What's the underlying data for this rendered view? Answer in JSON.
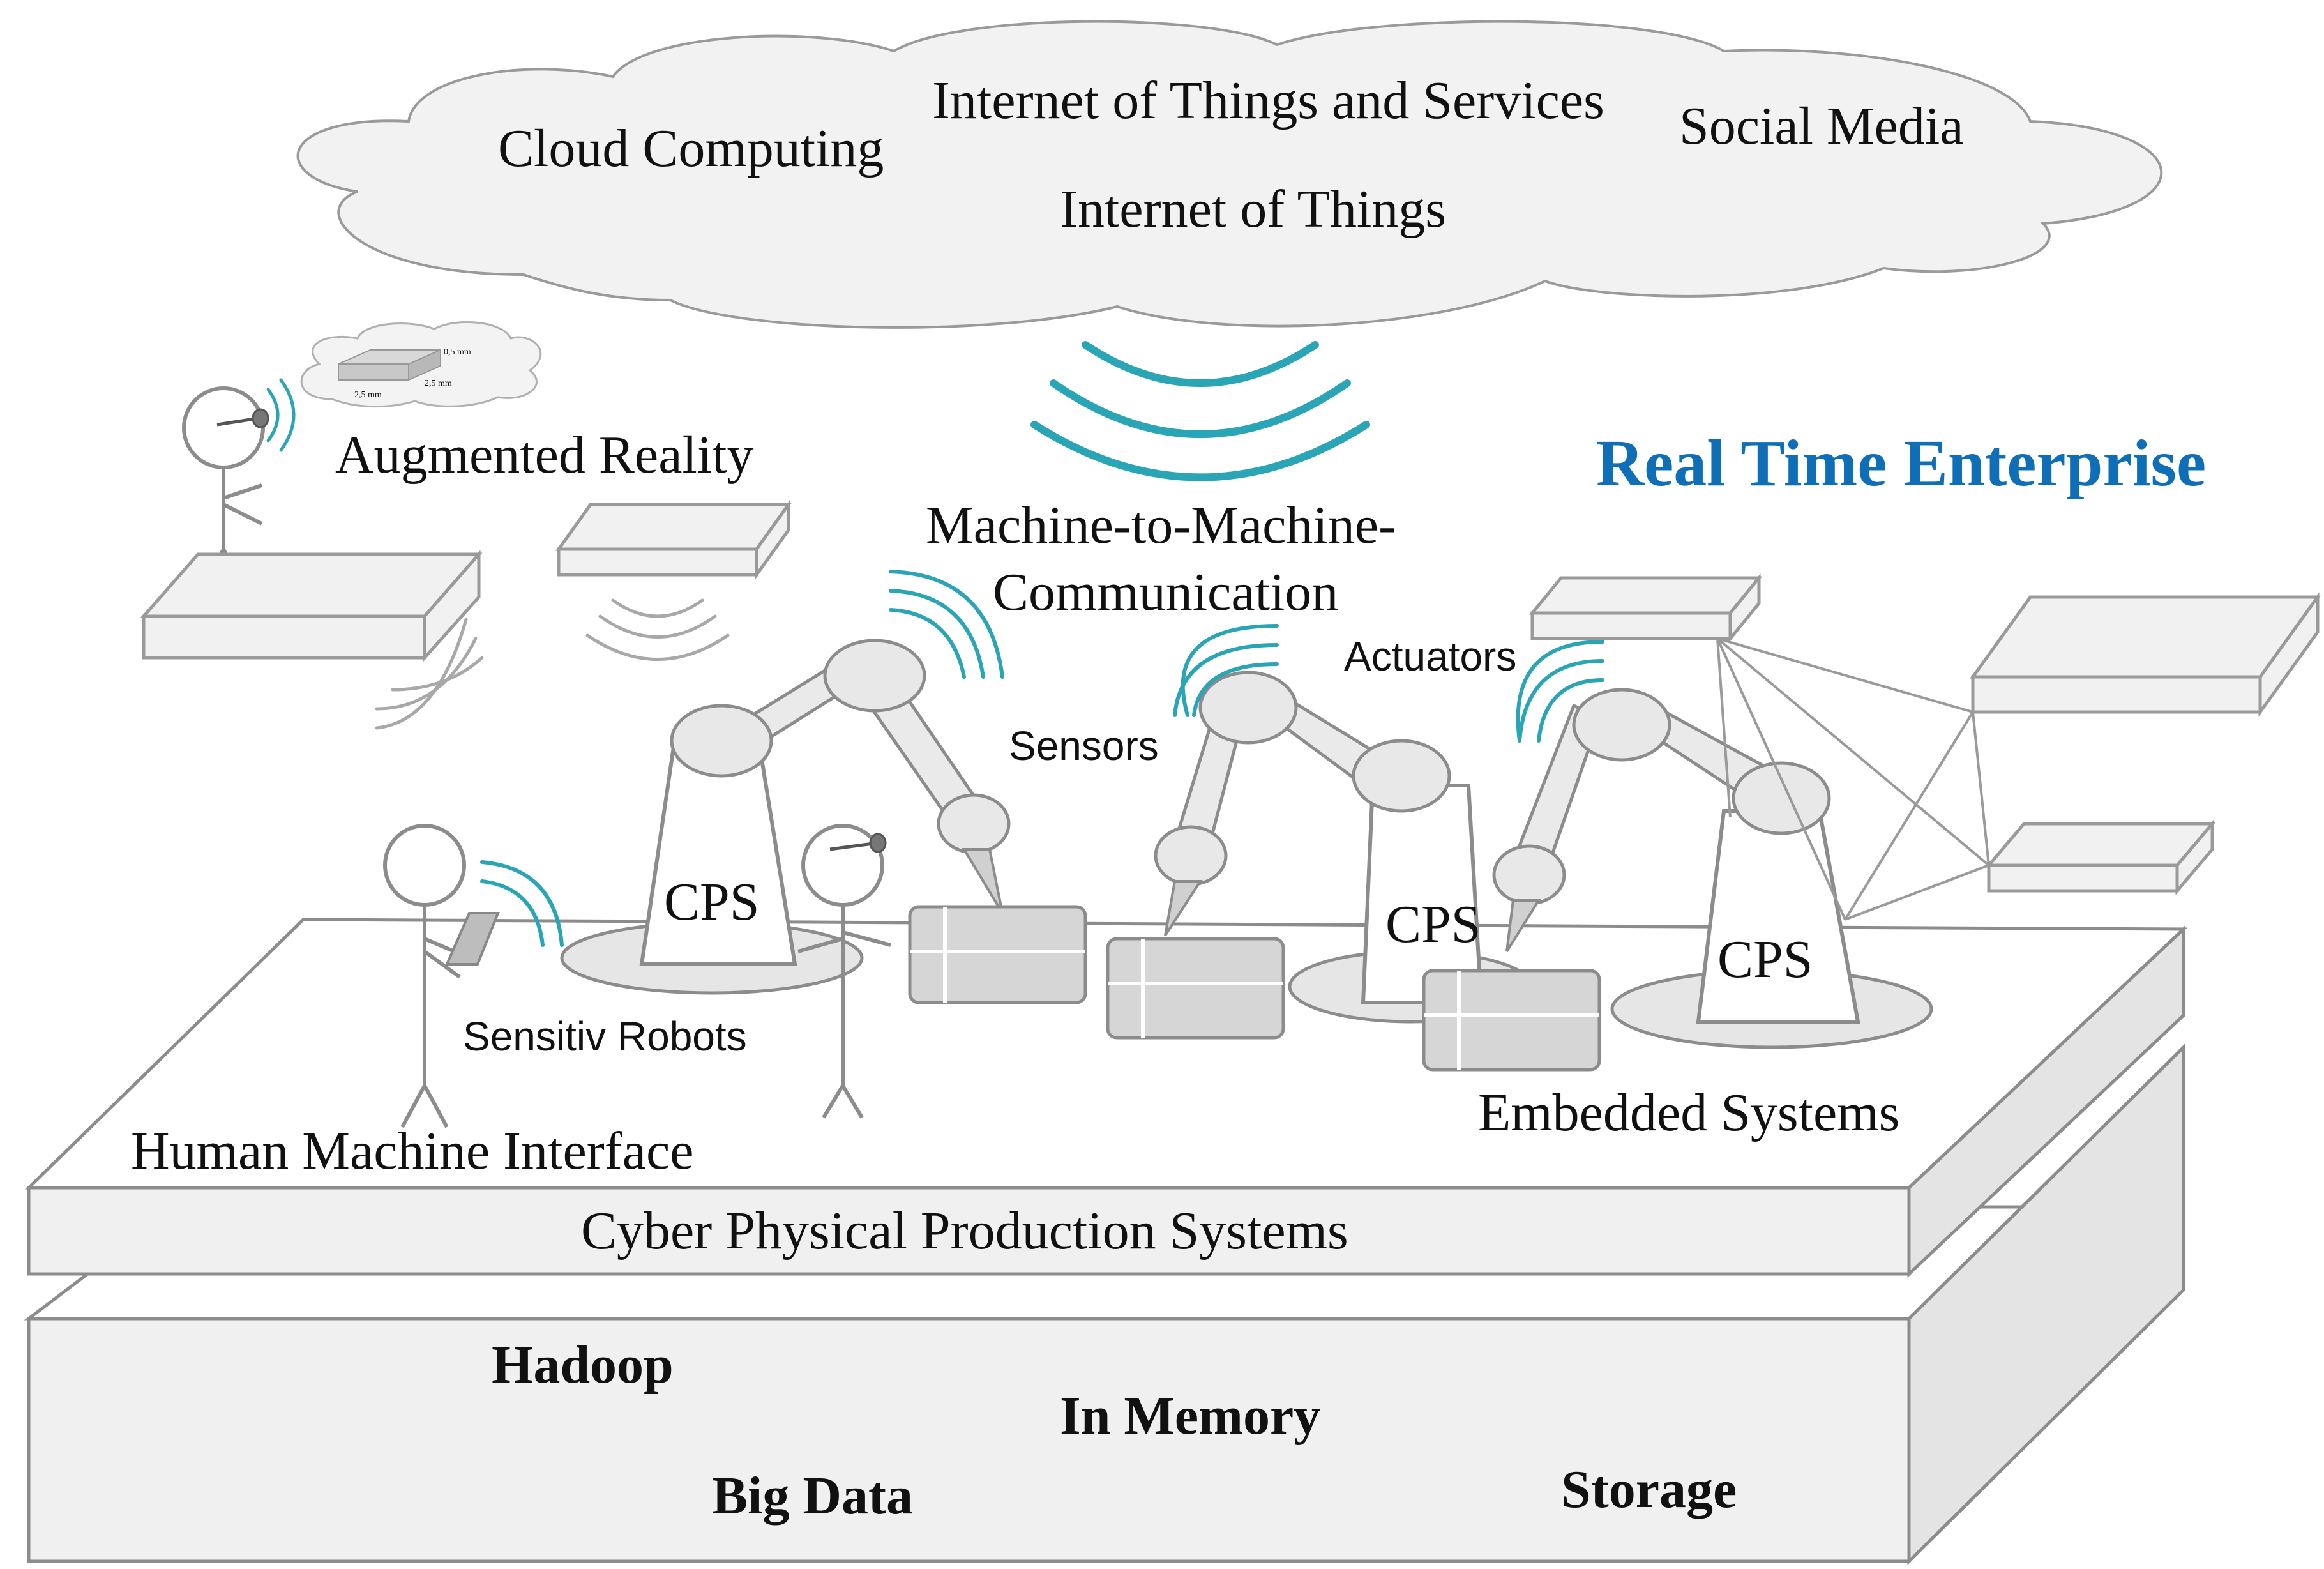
{
  "colors": {
    "accent_blue": "#0E6FB8",
    "wave_teal": "#2AA5B5",
    "wave_grey": "#9b9b9b",
    "shape_fill": "#eaeaea",
    "outline": "#8c8c8c"
  },
  "cloud": {
    "cloud_computing": "Cloud Computing",
    "iot_services": "Internet of Things and Services",
    "social_media": "Social Media",
    "iot": "Internet of Things"
  },
  "labels": {
    "real_time_enterprise": "Real Time Enterprise",
    "augmented_reality": "Augmented Reality",
    "m2m_line1": "Machine-to-Machine-",
    "m2m_line2": "Communication",
    "actuators": "Actuators",
    "sensors": "Sensors",
    "cps_1": "CPS",
    "cps_2": "CPS",
    "cps_3": "CPS",
    "sensitiv_robots": "Sensitiv Robots",
    "human_machine_interface": "Human Machine Interface",
    "embedded_systems": "Embedded Systems",
    "cyber_physical_production_systems": "Cyber Physical Production Systems"
  },
  "mini_cloud": {
    "dim_top": "0,5 mm",
    "dim_right": "2,5 mm",
    "dim_left": "2,5 mm"
  },
  "data_layer": {
    "hadoop": "Hadoop",
    "in_memory": "In Memory",
    "big_data": "Big Data",
    "storage": "Storage"
  },
  "icons": [
    "cloud-icon",
    "wireless-waves-icon",
    "robot-arm-icon",
    "stick-figure-icon",
    "tablet-icon",
    "package-box-icon",
    "network-node-icon",
    "chip-icon"
  ]
}
